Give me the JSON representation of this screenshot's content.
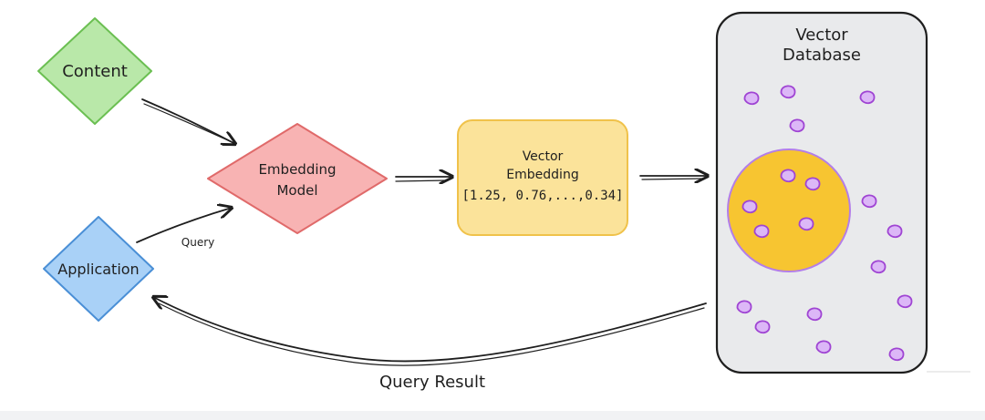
{
  "nodes": {
    "content": {
      "label": "Content",
      "fill": "#b9e8a9",
      "stroke": "#6bbf52"
    },
    "application": {
      "label": "Application",
      "fill": "#a9d1f7",
      "stroke": "#4a8fd6"
    },
    "embedding_model": {
      "line1": "Embedding",
      "line2": "Model",
      "fill": "#f8b3b3",
      "stroke": "#e06a6a"
    },
    "vector_embedding": {
      "line1": "Vector",
      "line2": "Embedding",
      "line3": "[1.25, 0.76,...,0.34]",
      "fill": "#fbe39a",
      "stroke": "#f0c24a"
    },
    "vector_database": {
      "line1": "Vector",
      "line2": "Database",
      "fill": "#e9eaec",
      "stroke": "#1e1e1e"
    }
  },
  "edges": {
    "query_label": "Query",
    "query_result_label": "Query Result"
  },
  "colors": {
    "cluster_fill": "#f7c531",
    "cluster_stroke": "#b37ee8",
    "point_fill": "#dcb7f7",
    "point_stroke": "#9f44d3",
    "line": "#1e1e1e"
  }
}
